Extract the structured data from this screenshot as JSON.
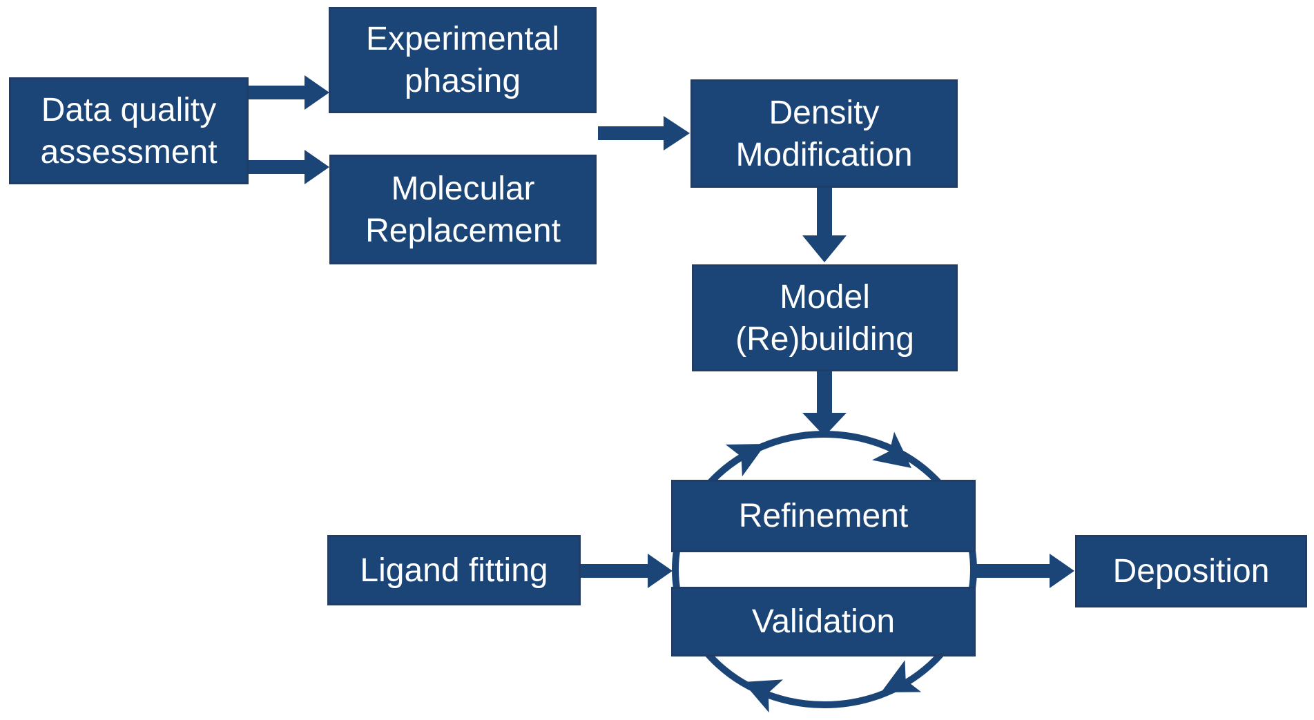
{
  "colors": {
    "background": "#ffffff",
    "box_fill": "#1c4577",
    "box_border": "#223c68",
    "arrow": "#1c4577",
    "text": "#ffffff"
  },
  "nodes": {
    "data_quality_assessment": {
      "lines": [
        "Data quality",
        "assessment"
      ]
    },
    "experimental_phasing": {
      "lines": [
        "Experimental",
        "phasing"
      ]
    },
    "molecular_replacement": {
      "lines": [
        "Molecular",
        "Replacement"
      ]
    },
    "density_modification": {
      "lines": [
        "Density",
        "Modification"
      ]
    },
    "model_rebuilding": {
      "lines": [
        "Model",
        "(Re)building"
      ]
    },
    "refinement": {
      "lines": [
        "Refinement"
      ]
    },
    "validation": {
      "lines": [
        "Validation"
      ]
    },
    "ligand_fitting": {
      "lines": [
        "Ligand fitting"
      ]
    },
    "deposition": {
      "lines": [
        "Deposition"
      ]
    }
  },
  "edges": [
    "data_quality_assessment -> experimental_phasing",
    "data_quality_assessment -> molecular_replacement",
    "experimental_phasing / molecular_replacement -> density_modification",
    "density_modification -> model_rebuilding",
    "model_rebuilding -> refinement_validation_cycle",
    "ligand_fitting -> refinement_validation_cycle",
    "refinement_validation_cycle -> deposition",
    "refinement <-> validation (clockwise cycle)"
  ]
}
